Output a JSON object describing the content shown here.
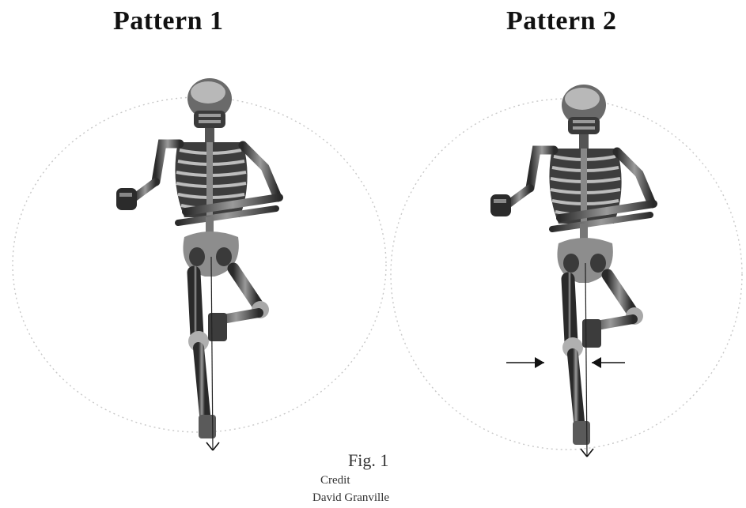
{
  "titles": {
    "pattern_1": "Pattern 1",
    "pattern_2": "Pattern 2"
  },
  "caption": {
    "figure": "Fig. 1",
    "credit_label": "Credit",
    "credit_name": "David Granville"
  }
}
